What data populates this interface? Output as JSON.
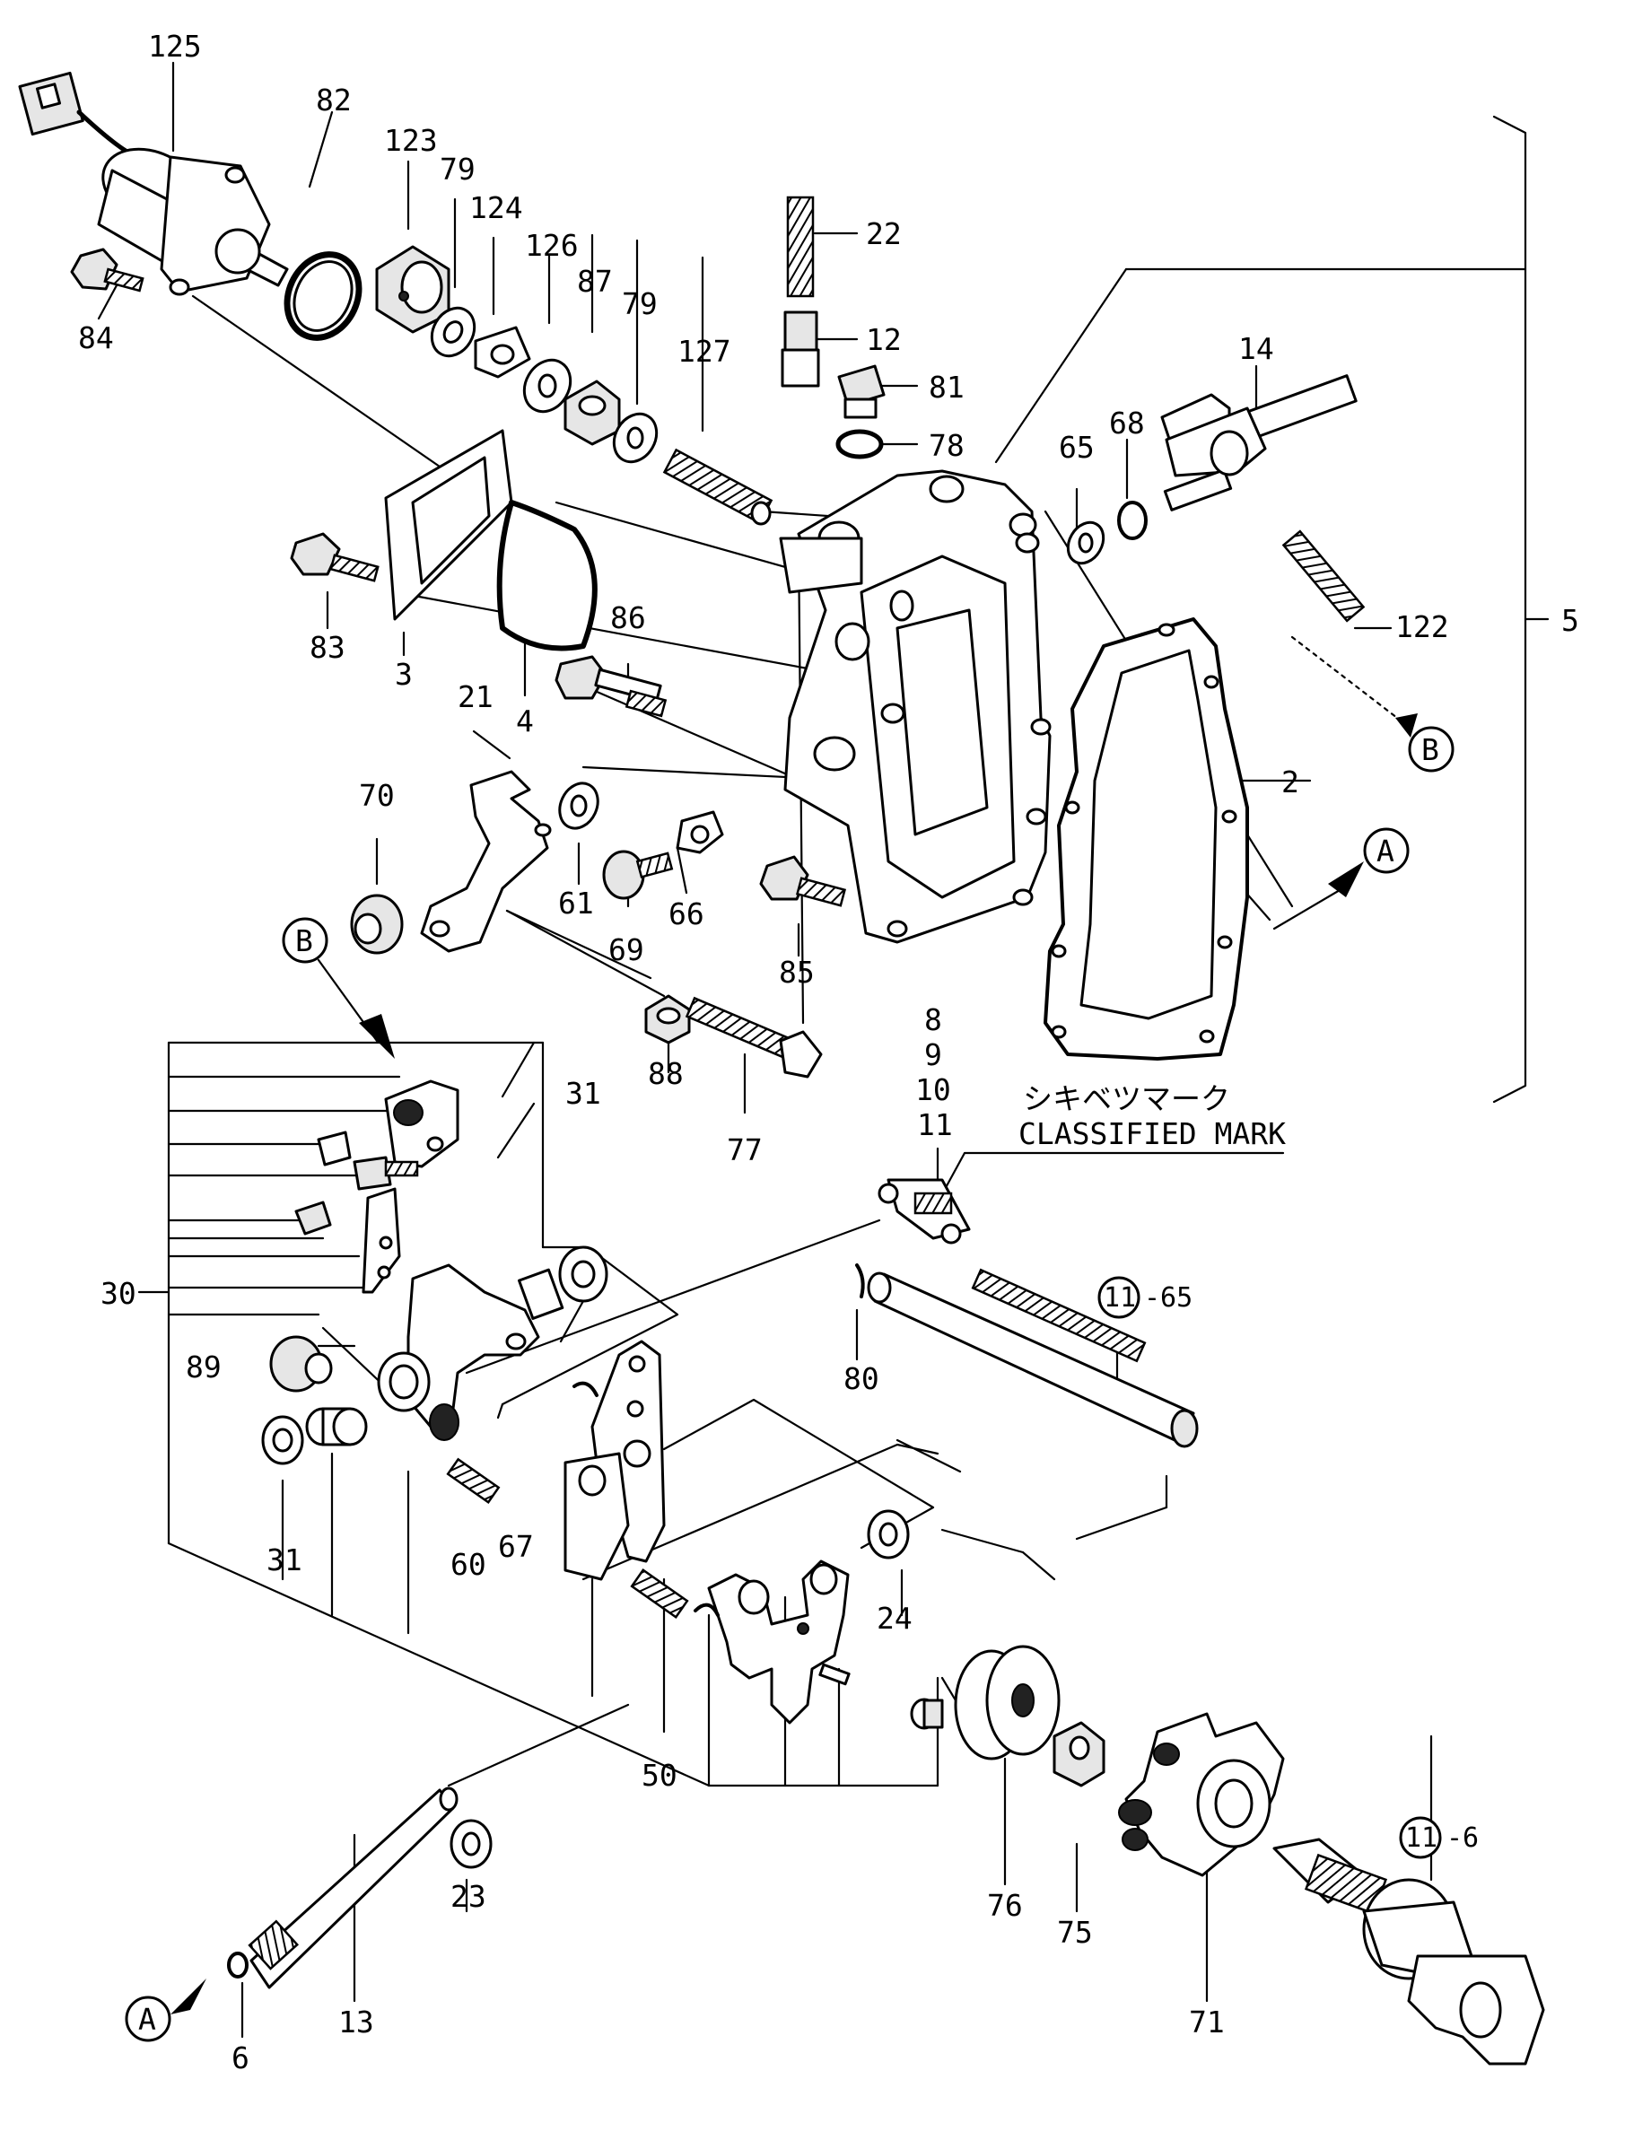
{
  "diagram": {
    "part_numbers": {
      "p125": "125",
      "p82": "82",
      "p123": "123",
      "p79a": "79",
      "p124": "124",
      "p126": "126",
      "p87": "87",
      "p79b": "79",
      "p127": "127",
      "p22": "22",
      "p12": "12",
      "p81": "81",
      "p78": "78",
      "p14": "14",
      "p65": "65",
      "p68": "68",
      "p122": "122",
      "p5": "5",
      "p84": "84",
      "p83": "83",
      "p3": "3",
      "p4": "4",
      "p86": "86",
      "p21": "21",
      "p70": "70",
      "p61": "61",
      "p66": "66",
      "p69": "69",
      "p85": "85",
      "p2": "2",
      "p88": "88",
      "p77": "77",
      "p31a": "31",
      "p8": "8",
      "p9": "9",
      "p10": "10",
      "p11": "11",
      "p30": "30",
      "p89": "89",
      "p31b": "31",
      "p60": "60",
      "p67": "67",
      "p80": "80",
      "p24": "24",
      "p50": "50",
      "p23": "23",
      "p13": "13",
      "p6": "6",
      "p76": "76",
      "p75": "75",
      "p71": "71"
    },
    "references": {
      "a_top": "A",
      "b_top": "B",
      "b_left": "B",
      "a_bottom": "A",
      "ref11_65_num": "11",
      "ref11_65_suffix": "-65",
      "ref11_6_num": "11",
      "ref11_6_suffix": "-6"
    },
    "classified_mark_jp": "シキベツマーク",
    "classified_mark_en": "CLASSIFIED MARK"
  }
}
